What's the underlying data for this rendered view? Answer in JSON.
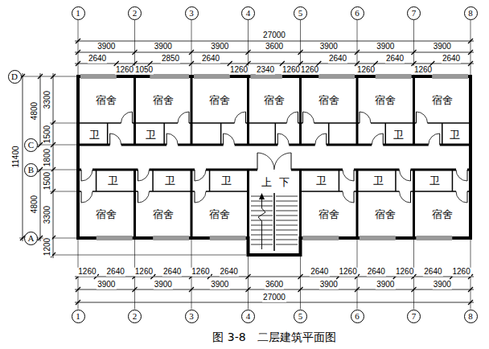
{
  "diagram": {
    "caption": "图 3-8　二层建筑平面图",
    "nodes": [
      {
        "text": [
          "1"
        ]
      },
      {
        "text": [
          "2"
        ]
      },
      {
        "text": [
          "3"
        ]
      },
      {
        "text": [
          "4"
        ]
      },
      {
        "text": [
          "5"
        ]
      },
      {
        "text": [
          "6"
        ]
      },
      {
        "text": [
          "7"
        ]
      },
      {
        "text": [
          "8"
        ]
      },
      {
        "text": [
          "D"
        ]
      },
      {
        "text": [
          "C"
        ]
      },
      {
        "text": [
          "B"
        ]
      },
      {
        "text": [
          "A"
        ]
      },
      {
        "text": [
          "宿舍"
        ]
      },
      {
        "text": [
          "宿舍"
        ]
      },
      {
        "text": [
          "宿舍"
        ]
      },
      {
        "text": [
          "宿舍"
        ]
      },
      {
        "text": [
          "宿舍"
        ]
      },
      {
        "text": [
          "宿舍"
        ]
      },
      {
        "text": [
          "宿舍"
        ]
      },
      {
        "text": [
          "卫"
        ]
      },
      {
        "text": [
          "卫"
        ]
      },
      {
        "text": [
          "卫"
        ]
      },
      {
        "text": [
          "卫"
        ]
      },
      {
        "text": [
          "卫"
        ]
      },
      {
        "text": [
          "卫"
        ]
      },
      {
        "text": [
          "卫"
        ]
      },
      {
        "text": [
          "上",
          "下"
        ]
      },
      {
        "text": [
          "卫"
        ]
      },
      {
        "text": [
          "卫"
        ]
      },
      {
        "text": [
          "卫"
        ]
      },
      {
        "text": [
          "宿舍"
        ]
      },
      {
        "text": [
          "宿舍"
        ]
      },
      {
        "text": [
          "宿舍"
        ]
      },
      {
        "text": [
          "宿舍"
        ]
      },
      {
        "text": [
          "宿舍"
        ]
      },
      {
        "text": [
          "宿舍"
        ]
      },
      {
        "text": [
          "1"
        ]
      },
      {
        "text": [
          "2"
        ]
      },
      {
        "text": [
          "3"
        ]
      },
      {
        "text": [
          "4"
        ]
      },
      {
        "text": [
          "5"
        ]
      },
      {
        "text": [
          "6"
        ]
      },
      {
        "text": [
          "7"
        ]
      },
      {
        "text": [
          "8"
        ]
      }
    ],
    "labels": [
      "27000",
      "3900",
      "3900",
      "3900",
      "3600",
      "3900",
      "3900",
      "3900",
      "2640",
      "2850",
      "2640",
      "2640",
      "2640",
      "2640",
      "1260",
      "1050",
      "1260",
      "2340",
      "1260",
      "1260",
      "1260",
      "1260",
      "11400",
      "4800",
      "4800",
      "3300",
      "1500",
      "1800",
      "1500",
      "3300",
      "1200",
      "1260",
      "2640",
      "1260",
      "2640",
      "1260",
      "2640",
      "2640",
      "1260",
      "2640",
      "1260",
      "2640",
      "1260",
      "3900",
      "3900",
      "3900",
      "3600",
      "3900",
      "3900",
      "3900",
      "27000"
    ]
  }
}
